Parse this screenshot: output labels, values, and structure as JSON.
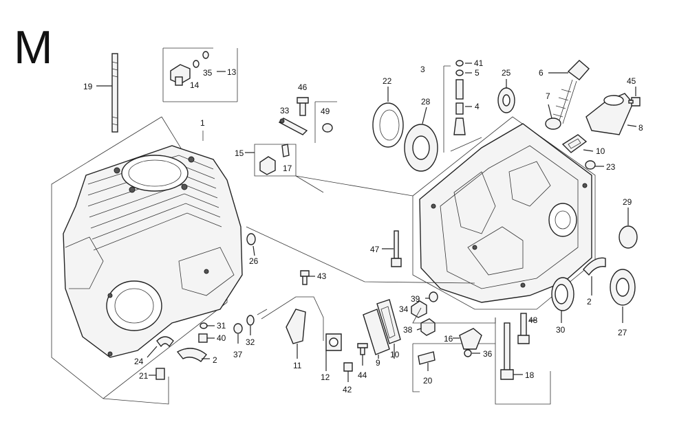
{
  "page_letter": "M",
  "callouts": {
    "c1": "1",
    "c2a": "2",
    "c2b": "2",
    "c3": "3",
    "c4": "4",
    "c5": "5",
    "c6": "6",
    "c7": "7",
    "c8": "8",
    "c9": "9",
    "c10a": "10",
    "c10b": "10",
    "c11": "11",
    "c12": "12",
    "c13": "13",
    "c14": "14",
    "c15": "15",
    "c16": "16",
    "c17": "17",
    "c18": "18",
    "c19": "19",
    "c20": "20",
    "c21": "21",
    "c22": "22",
    "c23": "23",
    "c24": "24",
    "c25": "25",
    "c26": "26",
    "c27": "27",
    "c28": "28",
    "c29": "29",
    "c30": "30",
    "c31": "31",
    "c32": "32",
    "c33": "33",
    "c34": "34",
    "c35": "35",
    "c36": "36",
    "c37": "37",
    "c38": "38",
    "c39": "39",
    "c40": "40",
    "c41": "41",
    "c42": "42",
    "c43": "43",
    "c44": "44",
    "c45": "45",
    "c46": "46",
    "c47": "47",
    "c48": "48",
    "c49": "49"
  }
}
